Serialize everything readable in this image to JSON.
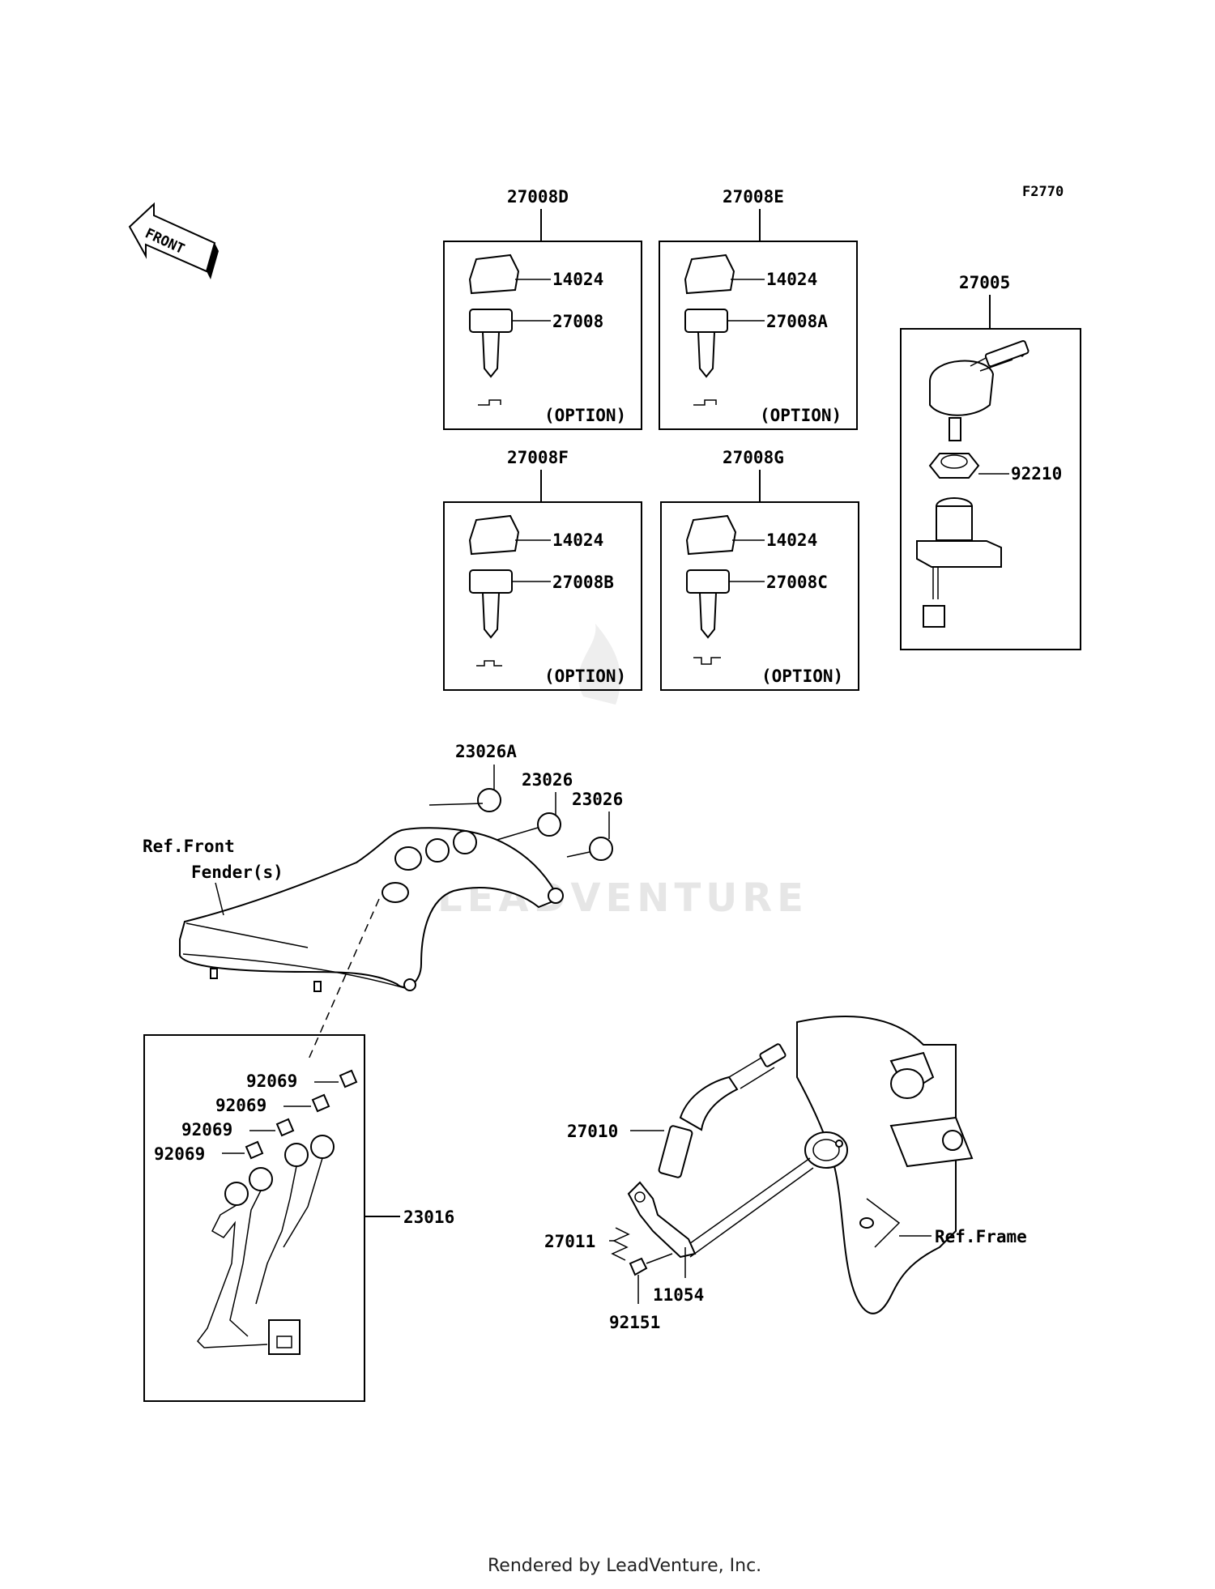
{
  "figure_id": "F2770",
  "front_arrow_label": "FRONT",
  "watermark": "LEADVENTURE",
  "footer": "Rendered by LeadVenture, Inc.",
  "key_sets": [
    {
      "set": "27008D",
      "cap": "14024",
      "key": "27008",
      "note": "(OPTION)"
    },
    {
      "set": "27008E",
      "cap": "14024",
      "key": "27008A",
      "note": "(OPTION)"
    },
    {
      "set": "27008F",
      "cap": "14024",
      "key": "27008B",
      "note": "(OPTION)"
    },
    {
      "set": "27008G",
      "cap": "14024",
      "key": "27008C",
      "note": "(OPTION)"
    }
  ],
  "switch_assy": {
    "set": "27005",
    "nut": "92210"
  },
  "caps": [
    "23026A",
    "23026",
    "23026"
  ],
  "ref_fender_line1": "Ref.Front",
  "ref_fender_line2": "Fender(s)",
  "harness": {
    "set": "23016",
    "terminals": [
      "92069",
      "92069",
      "92069",
      "92069"
    ]
  },
  "sensor_parts": {
    "switch": "27010",
    "spring": "27011",
    "bracket": "11054",
    "bolt": "92151"
  },
  "ref_frame": "Ref.Frame"
}
